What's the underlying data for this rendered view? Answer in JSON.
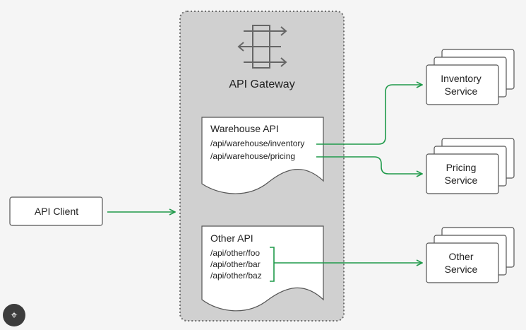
{
  "colors": {
    "background": "#f5f5f5",
    "gateway_fill": "#d0d0d0",
    "gateway_border": "#6e6e6e",
    "box_border": "#555555",
    "arrow": "#1f9a4a",
    "text": "#222222"
  },
  "gateway": {
    "title": "API Gateway",
    "icon": "gateway-arrows-icon"
  },
  "client": {
    "label": "API Client"
  },
  "apis": [
    {
      "title": "Warehouse API",
      "routes": [
        "/api/warehouse/inventory",
        "/api/warehouse/pricing"
      ]
    },
    {
      "title": "Other API",
      "routes": [
        "/api/other/foo",
        "/api/other/bar",
        "/api/other/baz"
      ]
    }
  ],
  "services": [
    {
      "line1": "Inventory",
      "line2": "Service"
    },
    {
      "line1": "Pricing",
      "line2": "Service"
    },
    {
      "line1": "Other",
      "line2": "Service"
    }
  ],
  "lens_button": {
    "icon": "lens-search-icon"
  }
}
